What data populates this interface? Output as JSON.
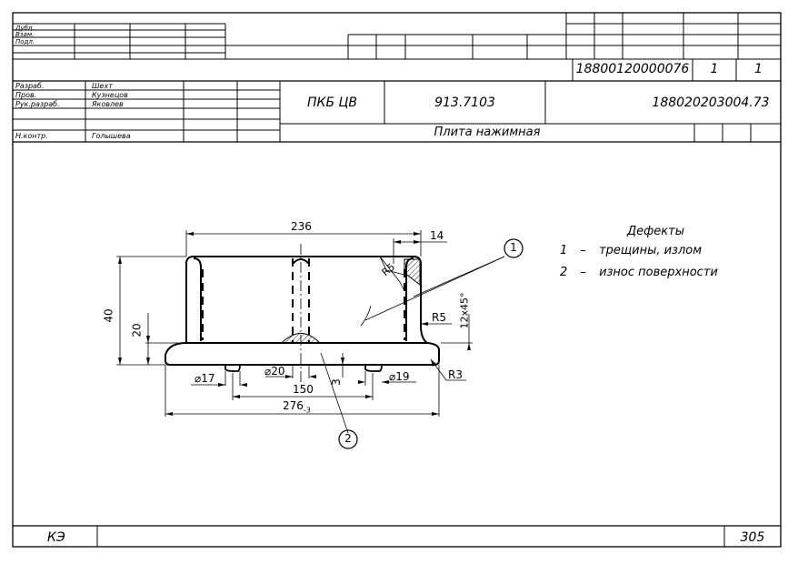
{
  "doc": {
    "form_code": "КЭ",
    "form_number": "305"
  },
  "left_block": {
    "rows": [
      "Дубл.",
      "Взам.",
      "Подл."
    ]
  },
  "doc_row": {
    "code": "18800120000076",
    "sheet": "1",
    "sheets": "1"
  },
  "signatures": [
    {
      "role": "Разраб.",
      "name": "Шехт"
    },
    {
      "role": "Пров.",
      "name": "Кузнецов"
    },
    {
      "role": "Рук.разраб.",
      "name": "Яковлев"
    },
    {
      "role": "",
      "name": ""
    },
    {
      "role": "Н.контр.",
      "name": "Голышева"
    }
  ],
  "header": {
    "org": "ПКБ ЦВ",
    "number": "913.7103",
    "designation": "188020203004.73",
    "part_name": "Плита нажимная"
  },
  "drawing": {
    "dims": {
      "d236": "236",
      "d14": "14",
      "d40": "40",
      "d20": "20",
      "r5_top": "R5",
      "r5": "R5",
      "chamfer": "12x45°",
      "r3": "R3",
      "phi17": "⌀17",
      "phi20": "⌀20",
      "phi19": "⌀19",
      "d3": "3",
      "d150": "150",
      "d276": "276",
      "d276_tol": "-3"
    },
    "callouts": {
      "one": "1",
      "two": "2"
    }
  },
  "defects": {
    "title": "Дефекты",
    "items": [
      {
        "num": "1",
        "dash": "–",
        "text": "трещины, излом"
      },
      {
        "num": "2",
        "dash": "–",
        "text": "износ поверхности"
      }
    ]
  }
}
